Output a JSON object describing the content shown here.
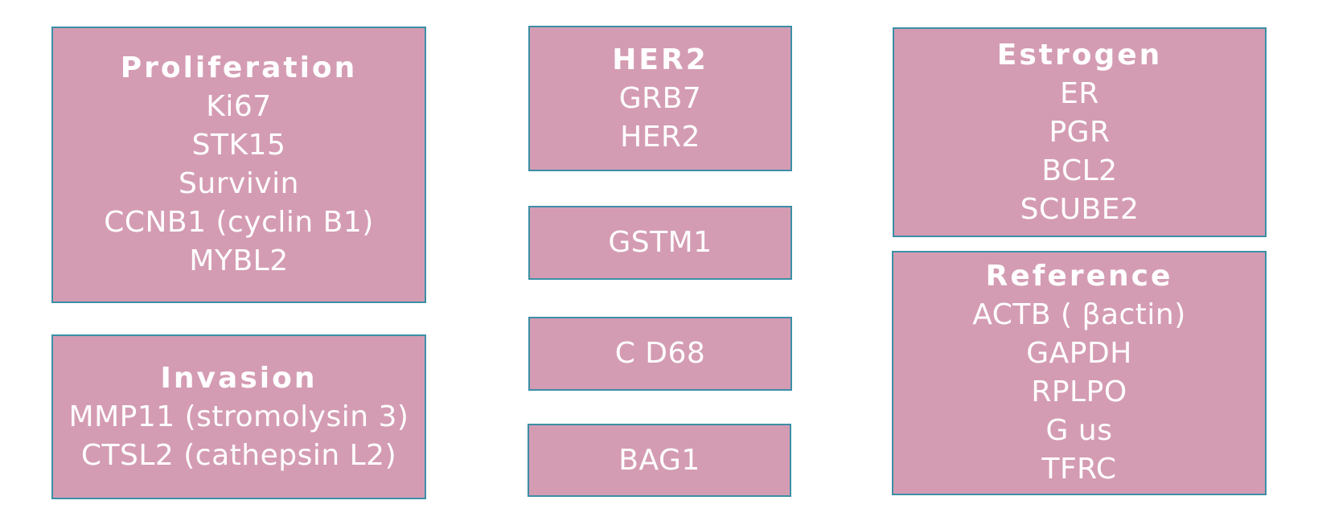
{
  "boxes": {
    "proliferation": {
      "title": "Proliferation",
      "genes": [
        "Ki67",
        "STK15",
        "Survivin",
        "CCNB1 (cyclin B1)",
        "MYBL2"
      ]
    },
    "invasion": {
      "title": "Invasion",
      "genes": [
        "MMP11 (stromolysin 3)",
        "CTSL2 (cathepsin L2)"
      ]
    },
    "her2": {
      "title": "HER2",
      "genes": [
        "GRB7",
        "HER2"
      ]
    },
    "gstm1": {
      "genes": [
        "GSTM1"
      ]
    },
    "cd68": {
      "genes": [
        "C D68"
      ]
    },
    "bag1": {
      "genes": [
        "BAG1"
      ]
    },
    "estrogen": {
      "title": "Estrogen",
      "genes": [
        "ER",
        "PGR",
        "BCL2",
        "SCUBE2"
      ]
    },
    "reference": {
      "title": "Reference",
      "genes": [
        "ACTB ( βactin)",
        "GAPDH",
        "RPLPO",
        "G us",
        "TFRC"
      ]
    }
  },
  "colors": {
    "box_fill": "#d49cb3",
    "box_border": "#3b8fa6",
    "text": "#ffffff",
    "background": "#ffffff"
  }
}
